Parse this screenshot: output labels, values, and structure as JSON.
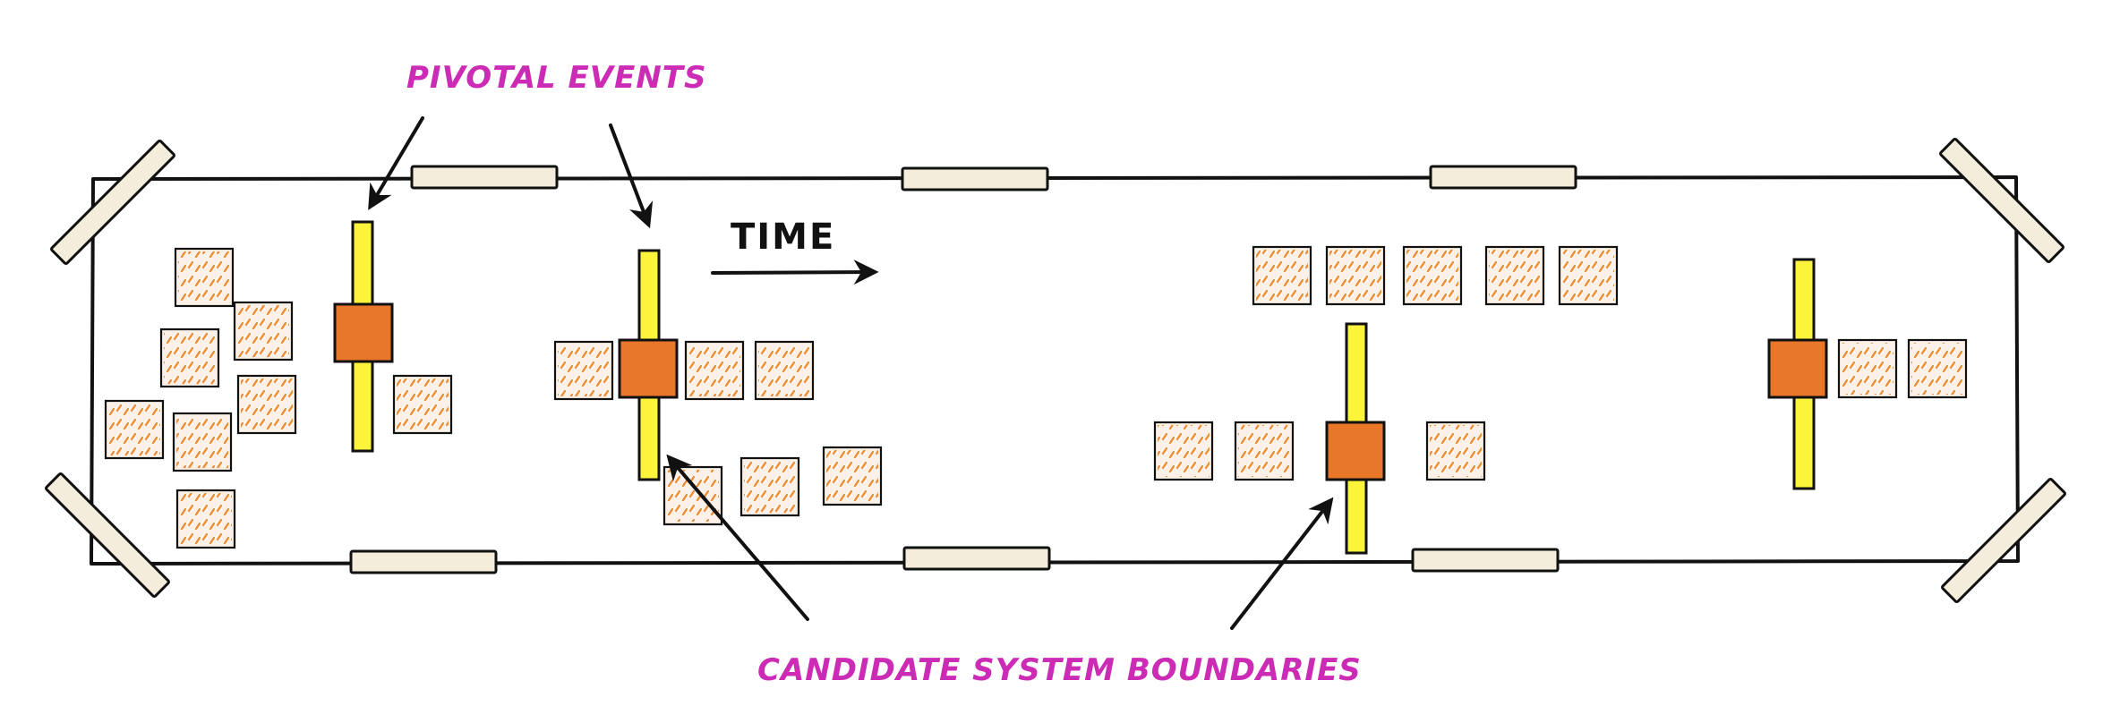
{
  "labels": {
    "pivotal_events": "PIVOTAL EVENTS",
    "time": "TIME",
    "candidate_system_boundaries": "CANDIDATE SYSTEM BOUNDARIES"
  },
  "colors": {
    "outline": "#111111",
    "sticky_fill": "#fbf1e8",
    "sticky_hatch": "#f08a2e",
    "pivotal_bar": "#fbf43a",
    "pivotal_square": "#e8772a",
    "label": "#cc2bb5",
    "tab_fill": "#f5eddc"
  }
}
